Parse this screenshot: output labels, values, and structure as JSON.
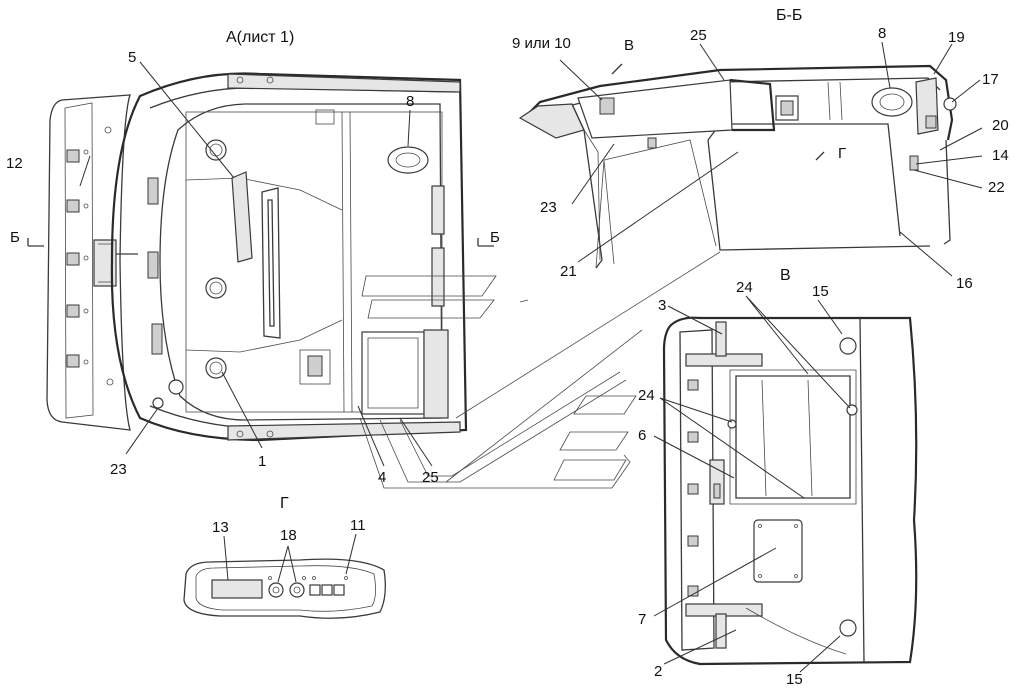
{
  "views": {
    "a": {
      "title": "А(лист 1)"
    },
    "bb": {
      "title": "Б-Б"
    },
    "v": {
      "title": "В"
    },
    "g": {
      "title": "Г"
    }
  },
  "section_marks": {
    "b_left": "Б",
    "b_right": "Б",
    "v_arrow": "В",
    "g_arrow": "Г"
  },
  "callouts": {
    "c1": "1",
    "c2": "2",
    "c3": "3",
    "c4": "4",
    "c5": "5",
    "c6": "6",
    "c7": "7",
    "c8_a": "8",
    "c8_bb": "8",
    "c9": "9 или 10",
    "c11": "11",
    "c12": "12",
    "c13": "13",
    "c14": "14",
    "c15_top": "15",
    "c15_bot": "15",
    "c16": "16",
    "c17": "17",
    "c18": "18",
    "c19": "19",
    "c20": "20",
    "c21": "21",
    "c22": "22",
    "c23_a": "23",
    "c23_bb": "23",
    "c24_top": "24",
    "c24_mid": "24",
    "c25_a": "25",
    "c25_bb": "25"
  },
  "colors": {
    "line": "#3a3a3a",
    "fill_light": "#e6e6e6",
    "fill_mid": "#cfcfcf",
    "background": "#ffffff"
  }
}
